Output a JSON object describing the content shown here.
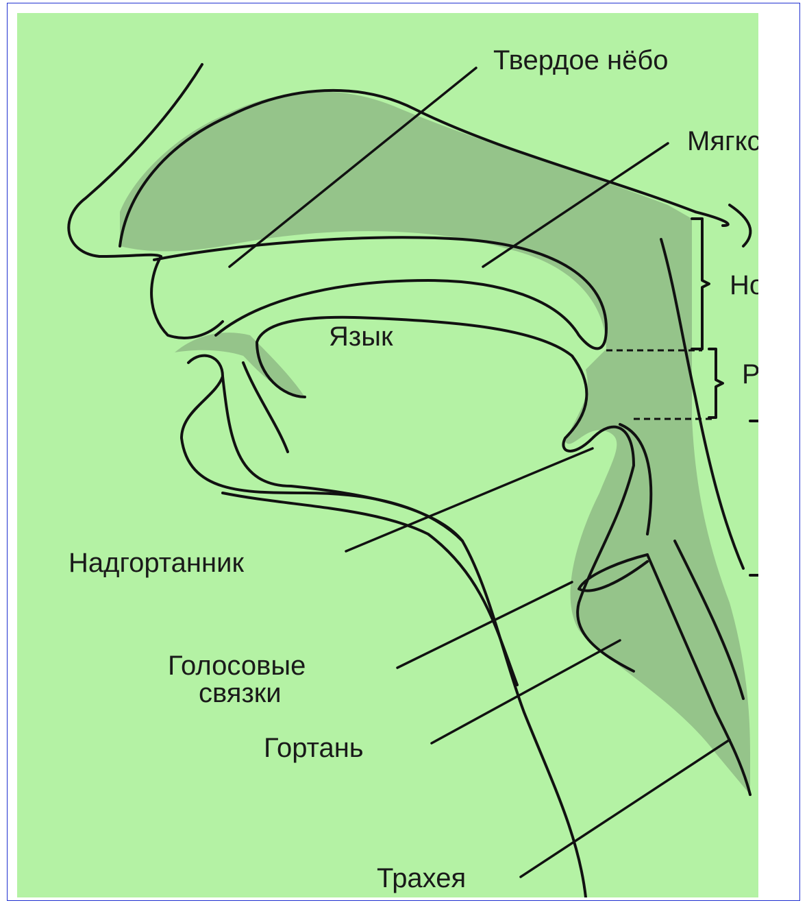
{
  "diagram": {
    "background_color": "#b4f2a4",
    "tissue_color": "#95c48a",
    "frame_color": "#1f2fd0",
    "labels": {
      "hard_palate": "Твердое нёбо",
      "soft_palate": "Мягкс",
      "nasopharynx": "Но",
      "oropharynx": "Р",
      "tongue": "Язык",
      "epiglottis": "Надгортанник",
      "vocal_cords_line1": "Голосовые",
      "vocal_cords_line2": "связки",
      "larynx": "Гортань",
      "trachea": "Трахея"
    }
  }
}
